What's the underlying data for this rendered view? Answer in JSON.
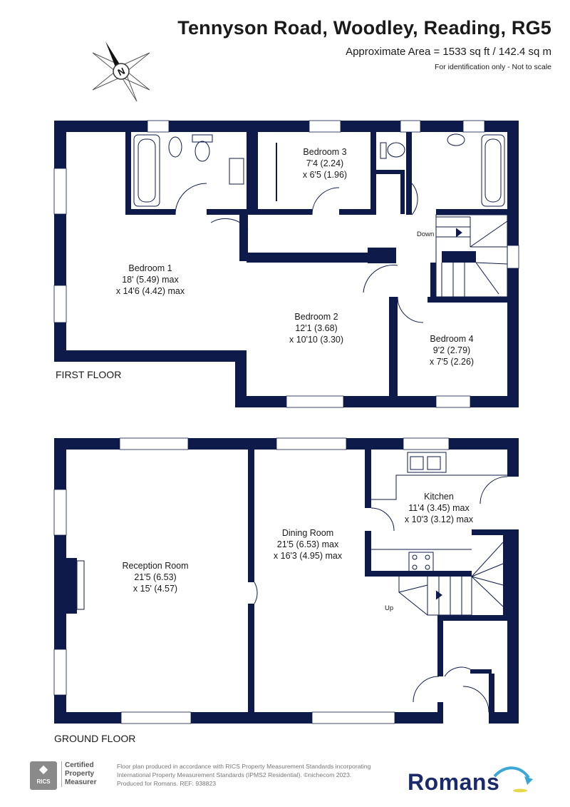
{
  "header": {
    "title": "Tennyson Road, Woodley, Reading, RG5",
    "area": "Approximate Area = 1533 sq ft / 142.4 sq m",
    "scale_note": "For identification only - Not to scale"
  },
  "compass": {
    "label": "N"
  },
  "first_floor": {
    "label": "FIRST FLOOR",
    "rooms": [
      {
        "name": "Bedroom 1",
        "dim1": "18' (5.49) max",
        "dim2": "x 14'6 (4.42) max"
      },
      {
        "name": "Bedroom 2",
        "dim1": "12'1 (3.68)",
        "dim2": "x 10'10 (3.30)"
      },
      {
        "name": "Bedroom 3",
        "dim1": "7'4 (2.24)",
        "dim2": "x 6'5 (1.96)"
      },
      {
        "name": "Bedroom 4",
        "dim1": "9'2 (2.79)",
        "dim2": "x 7'5 (2.26)"
      }
    ],
    "stairs_label": "Down"
  },
  "ground_floor": {
    "label": "GROUND FLOOR",
    "rooms": [
      {
        "name": "Reception Room",
        "dim1": "21'5 (6.53)",
        "dim2": "x 15' (4.57)"
      },
      {
        "name": "Dining Room",
        "dim1": "21'5 (6.53) max",
        "dim2": "x 16'3 (4.95) max"
      },
      {
        "name": "Kitchen",
        "dim1": "11'4 (3.45) max",
        "dim2": "x 10'3 (3.12) max"
      }
    ],
    "stairs_label": "Up"
  },
  "footer": {
    "rics_mark": "RICS",
    "rics_line1": "Certified",
    "rics_line2": "Property",
    "rics_line3": "Measurer",
    "note_line1": "Floor plan produced in accordance with RICS Property Measurement Standards incorporating",
    "note_line2": "International Property Measurement Standards (IPMS2 Residential).  ©nichecom 2023.",
    "note_line3": "Produced for Romans.   REF: 938823",
    "brand": "Romans"
  },
  "colors": {
    "wall": "#0d1a4a",
    "brand": "#1b2a6b",
    "accent": "#3aa7d8"
  }
}
